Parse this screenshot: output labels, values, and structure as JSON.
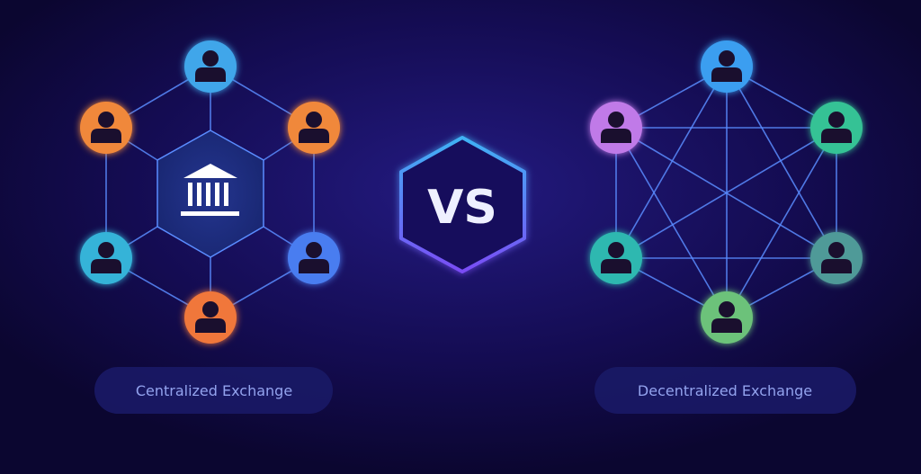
{
  "vs_label": "VS",
  "centralized": {
    "label": "Centralized Exchange",
    "hub_icon": "bank-icon",
    "node_colors": [
      "#3fa6ea",
      "#f0883a",
      "#f0883a",
      "#35b3d8",
      "#4a7df0",
      "#f0773a"
    ]
  },
  "decentralized": {
    "label": "Decentralized Exchange",
    "node_colors": [
      "#3a9ef0",
      "#c07ae8",
      "#36c295",
      "#2fb8b0",
      "#4f9a98",
      "#6cc27a"
    ]
  },
  "colors": {
    "background": "#0e0838",
    "line": "#5a8cff",
    "accent_top": "#3fb2f5",
    "accent_bottom": "#7a4cf5"
  }
}
